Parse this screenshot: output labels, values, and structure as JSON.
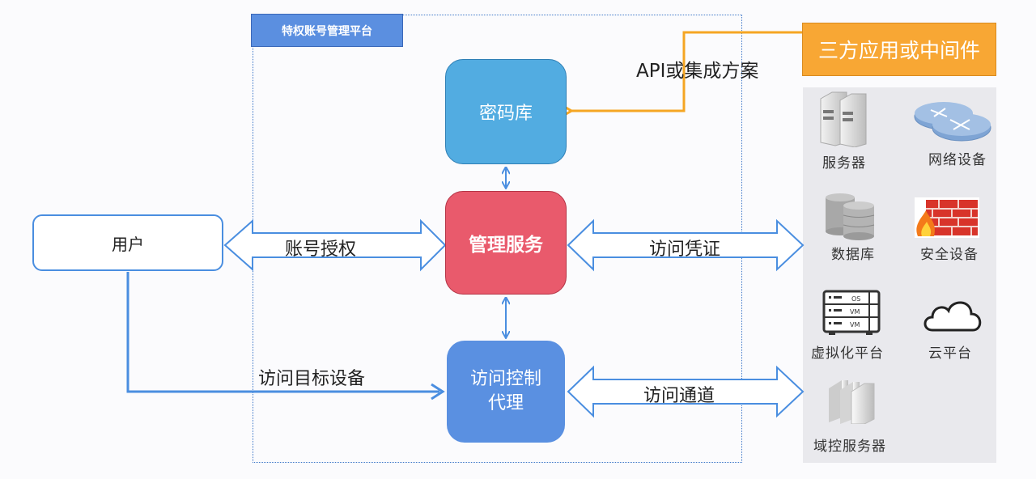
{
  "platform": {
    "title": "特权账号管理平台"
  },
  "nodes": {
    "vault": "密码库",
    "management": "管理服务",
    "proxy_line1": "访问控制",
    "proxy_line2": "代理",
    "user": "用户",
    "third_party": "三方应用或中间件"
  },
  "edges": {
    "api": "API或集成方案",
    "account_auth": "账号授权",
    "access_credential": "访问凭证",
    "access_target": "访问目标设备",
    "access_channel": "访问通道"
  },
  "assets": [
    {
      "label": "服务器",
      "icon": "server-icon"
    },
    {
      "label": "网络设备",
      "icon": "router-icon"
    },
    {
      "label": "数据库",
      "icon": "database-icon"
    },
    {
      "label": "安全设备",
      "icon": "firewall-icon"
    },
    {
      "label": "虚拟化平台",
      "icon": "virtualization-icon"
    },
    {
      "label": "云平台",
      "icon": "cloud-icon"
    },
    {
      "label": "域控服务器",
      "icon": "domain-controller-icon"
    }
  ],
  "colors": {
    "vault": "#52ace1",
    "management": "#e95a6c",
    "proxy": "#5a90e1",
    "third_party": "#f8a734",
    "arrow_blue": "#4a8ee0",
    "arrow_orange": "#f5a623"
  }
}
